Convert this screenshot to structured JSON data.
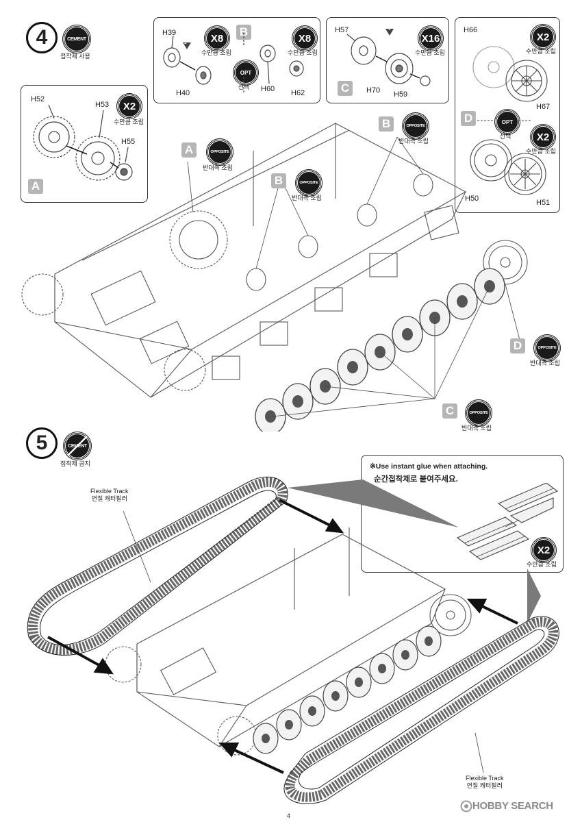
{
  "step4": {
    "number": "4",
    "cement_badge": "CEMENT",
    "cement_caption": "접착제 사용",
    "panel_a": {
      "parts": [
        "H52",
        "H53",
        "H55"
      ],
      "qty": "X2",
      "qty_caption": "수만큼 조립",
      "letter": "A"
    },
    "panel_b": {
      "parts_left": [
        "H39",
        "H40"
      ],
      "parts_right": [
        "H60",
        "H62"
      ],
      "qty_left": "X8",
      "qty_right": "X8",
      "qty_caption": "수만큼 조립",
      "letter": "B",
      "opt": "OPT",
      "opt_caption": "선택",
      "marker": "1"
    },
    "panel_c": {
      "parts": [
        "H57",
        "H70",
        "H59"
      ],
      "qty": "X16",
      "qty_caption": "수만큼 조립",
      "letter": "C",
      "marker": "1"
    },
    "panel_d": {
      "parts_top": [
        "H66",
        "H67"
      ],
      "parts_bottom": [
        "H50",
        "H51"
      ],
      "qty_top": "X2",
      "qty_bottom": "X2",
      "qty_caption": "수만큼 조립",
      "letter": "D",
      "opt": "OPT",
      "opt_caption": "선택"
    },
    "callouts": [
      {
        "letter": "A",
        "badge": "OPPOSITE",
        "caption": "반대측 조립"
      },
      {
        "letter": "B",
        "badge": "OPPOSITE",
        "caption": "반대측 조립"
      },
      {
        "letter": "B",
        "badge": "OPPOSITE",
        "caption": "반대측 조립"
      },
      {
        "letter": "D",
        "badge": "OPPOSITE",
        "caption": "반대측 조립"
      },
      {
        "letter": "C",
        "badge": "OPPOSITE",
        "caption": "반대측 조립"
      }
    ]
  },
  "step5": {
    "number": "5",
    "cement_badge": "CEMENT",
    "cement_caption": "접착제 금지",
    "note_en": "※Use instant glue when attaching.",
    "note_ko": "순간접착제로 붙여주세요.",
    "qty": "X2",
    "qty_caption": "수만큼 조립",
    "track_label_en": "Flexible Track",
    "track_label_ko": "연질 캐터필러"
  },
  "page_number": "4",
  "watermark": "HOBBY SEARCH"
}
